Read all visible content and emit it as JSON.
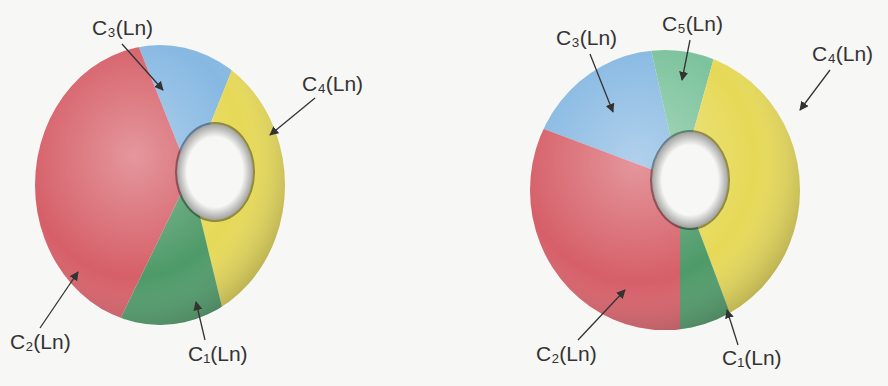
{
  "diagram": {
    "labels": [
      "C₃(Ln)",
      "C₄(Ln)",
      "C₂(Ln)",
      "C₁(Ln)",
      "C₃(Ln)",
      "C₅(Ln)",
      "C₄(Ln)",
      "C₂(Ln)",
      "C₁(Ln)"
    ]
  }
}
